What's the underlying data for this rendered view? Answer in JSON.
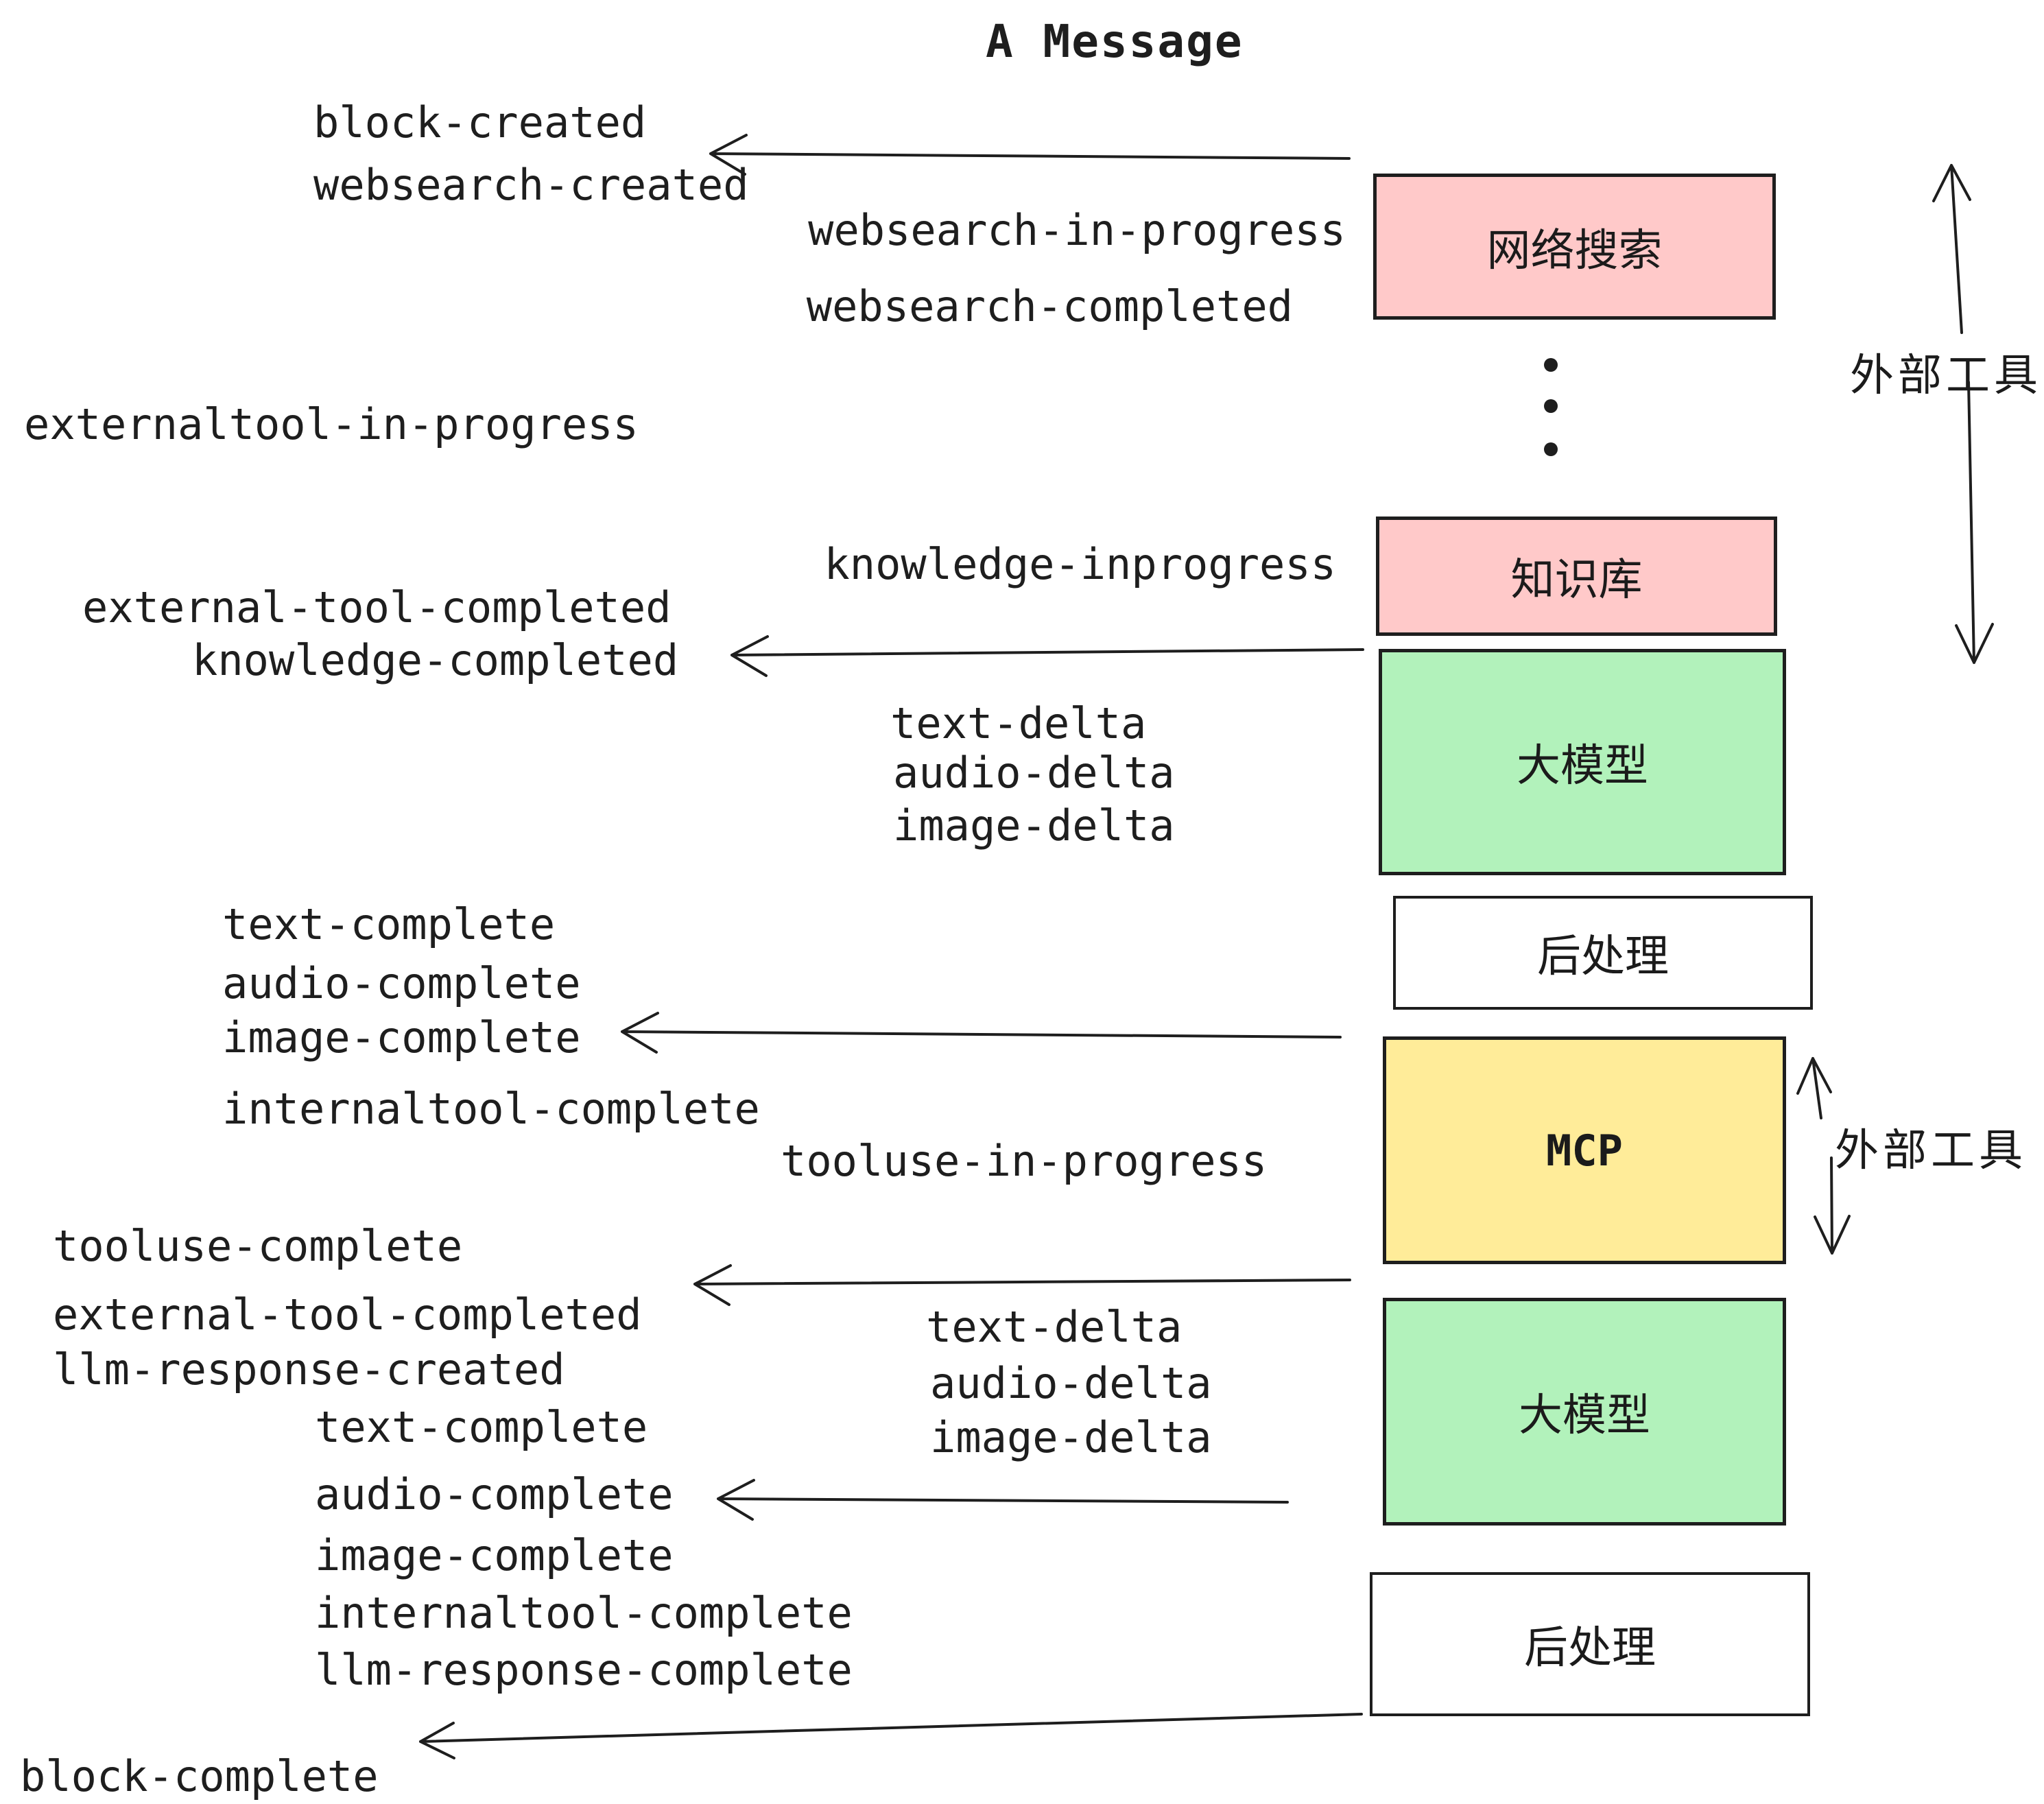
{
  "title": "A Message",
  "events": [
    {
      "label": "block-created"
    },
    {
      "label": "websearch-created"
    },
    {
      "label": "websearch-in-progress"
    },
    {
      "label": "websearch-completed"
    },
    {
      "label": "externaltool-in-progress"
    },
    {
      "label": "knowledge-inprogress"
    },
    {
      "label": "external-tool-completed"
    },
    {
      "label": "knowledge-completed"
    },
    {
      "label": "text-delta"
    },
    {
      "label": "audio-delta"
    },
    {
      "label": "image-delta"
    },
    {
      "label": "text-complete"
    },
    {
      "label": "audio-complete"
    },
    {
      "label": "image-complete"
    },
    {
      "label": "internaltool-complete"
    },
    {
      "label": "tooluse-in-progress"
    },
    {
      "label": "tooluse-complete"
    },
    {
      "label": "external-tool-completed"
    },
    {
      "label": "llm-response-created"
    },
    {
      "label": "text-delta"
    },
    {
      "label": "audio-delta"
    },
    {
      "label": "image-delta"
    },
    {
      "label": "text-complete"
    },
    {
      "label": "audio-complete"
    },
    {
      "label": "image-complete"
    },
    {
      "label": "internaltool-complete"
    },
    {
      "label": "llm-response-complete"
    },
    {
      "label": "block-complete"
    }
  ],
  "boxes": [
    {
      "label": "网络搜索",
      "color": "#ffc9c9"
    },
    {
      "label": "知识库",
      "color": "#ffc9c9"
    },
    {
      "label": "大模型",
      "color": "#b2f2bb"
    },
    {
      "label": "后处理",
      "color": "#ffffff"
    },
    {
      "label": "MCP",
      "color": "#ffec99"
    },
    {
      "label": "大模型",
      "color": "#b2f2bb"
    },
    {
      "label": "后处理",
      "color": "#ffffff"
    }
  ],
  "side_annotations": [
    {
      "label": "外部工具"
    },
    {
      "label": "外部工具"
    }
  ],
  "colors": {
    "pink": "#ffc9c9",
    "green": "#b2f2bb",
    "yellow": "#ffec99",
    "white": "#ffffff",
    "ink": "#1e1e1e"
  }
}
